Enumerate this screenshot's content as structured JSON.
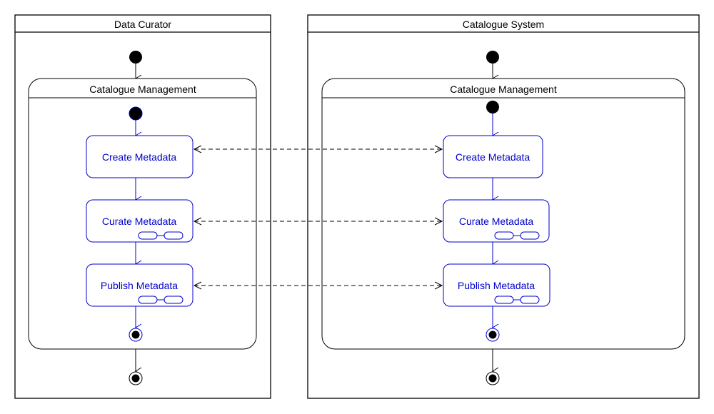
{
  "lanes": [
    {
      "title": "Data Curator"
    },
    {
      "title": "Catalogue System"
    }
  ],
  "composites": [
    {
      "title": "Catalogue Management"
    },
    {
      "title": "Catalogue Management"
    }
  ],
  "nodes": {
    "left": [
      "Create Metadata",
      "Curate Metadata",
      "Publish Metadata"
    ],
    "right": [
      "Create Metadata",
      "Curate Metadata",
      "Publish Metadata"
    ]
  },
  "colors": {
    "inner_flow": "#0000cc",
    "outer_flow": "#000000"
  }
}
